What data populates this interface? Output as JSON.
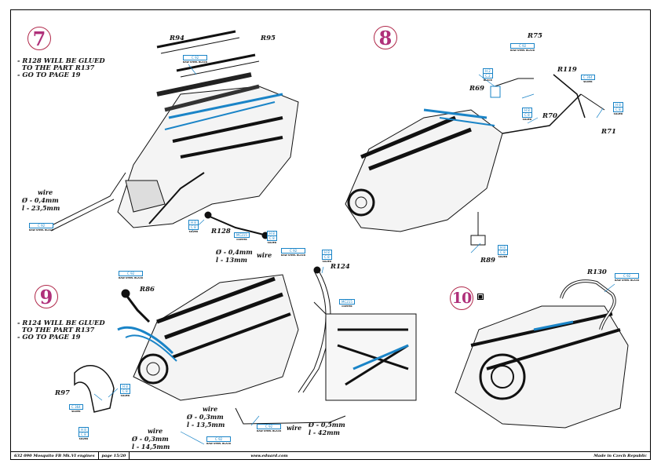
{
  "footer": {
    "kit_title": "632 090  Mosquito FB Mk.VI engines",
    "page": "page 15/20",
    "website": "www.eduard.com",
    "origin": "Made in Czech Republic"
  },
  "steps": [
    {
      "number": "7",
      "notes": "- R128 WILL BE GLUED\n  TO THE PART R137\n- GO TO PAGE 19",
      "parts": [
        "R94",
        "R95",
        "R128"
      ],
      "wire": {
        "title": "wire",
        "diameter": "Ø - 0,4mm",
        "length": "l - 23,5mm"
      },
      "codes": [
        {
          "lines": [
            "C 92"
          ],
          "sub": "RAW STEEL BLACK"
        },
        {
          "lines": [
            "C 92"
          ],
          "sub": "RAW STEEL BLACK"
        },
        {
          "lines": [
            "H 8",
            "C 8"
          ],
          "sub": "SILVER"
        },
        {
          "lines": [
            "MC215"
          ],
          "sub": "COPPER"
        },
        {
          "lines": [
            "H 8",
            "C 8"
          ],
          "sub": "SILVER"
        }
      ]
    },
    {
      "number": "8",
      "parts": [
        "R75",
        "R119",
        "R69",
        "R70",
        "R71",
        "R89"
      ],
      "codes": [
        {
          "lines": [
            "C 92"
          ],
          "sub": "RAW STEEL BLACK"
        },
        {
          "lines": [
            "H 2",
            "C 2"
          ],
          "sub": "BLACK"
        },
        {
          "lines": [
            "C 364"
          ],
          "sub": "SILVER"
        },
        {
          "lines": [
            "H 8",
            "C 8"
          ],
          "sub": "SILVER"
        },
        {
          "lines": [
            "H 8",
            "C 8"
          ],
          "sub": "SILVER"
        },
        {
          "lines": [
            "H 8",
            "C 8"
          ],
          "sub": "SILVER"
        }
      ]
    },
    {
      "number": "9",
      "notes": "- R124 WILL BE GLUED\n  TO THE PART R137\n- GO TO PAGE 19",
      "parts": [
        "R86",
        "R124",
        "R97"
      ],
      "wires": [
        {
          "title": "wire",
          "diameter": "Ø - 0,4mm",
          "length": "l - 13mm"
        },
        {
          "title": "wire",
          "diameter": "Ø - 0,3mm",
          "length": "l - 13,5mm"
        },
        {
          "title": "wire",
          "diameter": "Ø - 0,5mm",
          "length": "l - 42mm"
        },
        {
          "title": "wire",
          "diameter": "Ø - 0,3mm",
          "length": "l - 14,5mm"
        }
      ],
      "codes": [
        {
          "lines": [
            "C 92"
          ],
          "sub": "RAW STEEL BLACK"
        },
        {
          "lines": [
            "C 92"
          ],
          "sub": "RAW STEEL BLACK"
        },
        {
          "lines": [
            "H 8",
            "C 8"
          ],
          "sub": "SILVER"
        },
        {
          "lines": [
            "MC215"
          ],
          "sub": "COPPER"
        },
        {
          "lines": [
            "H 8",
            "C 8"
          ],
          "sub": "SILVER"
        },
        {
          "lines": [
            "C 364"
          ],
          "sub": "SILVER"
        },
        {
          "lines": [
            "H 8",
            "C 8"
          ],
          "sub": "SILVER"
        },
        {
          "lines": [
            "C 92"
          ],
          "sub": "RAW STEEL BLACK"
        },
        {
          "lines": [
            "C 92"
          ],
          "sub": "RAW STEEL BLACK"
        }
      ]
    },
    {
      "number": "10",
      "icon": "detail-icon",
      "parts": [
        "R130"
      ],
      "codes": [
        {
          "lines": [
            "C 92"
          ],
          "sub": "RAW STEEL BLACK"
        }
      ]
    }
  ],
  "colors": {
    "step_circle": "#b0284a",
    "step_number": "#b0307a",
    "callout_blue": "#1a84c7",
    "ink": "#111111"
  }
}
